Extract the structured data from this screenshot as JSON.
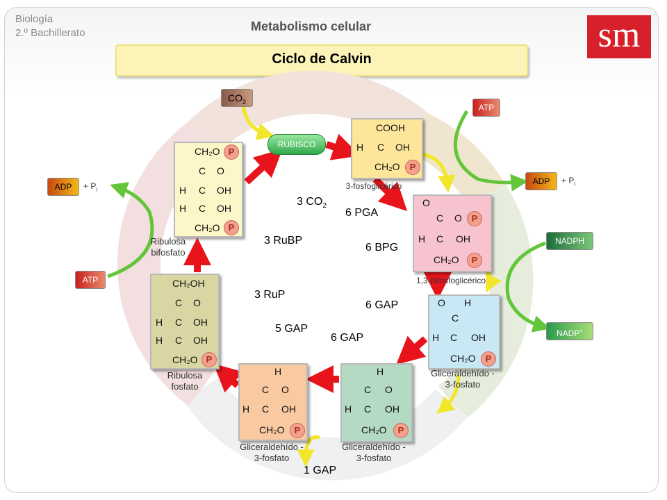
{
  "header": {
    "subject_line1": "Biología",
    "subject_line2": "2.º Bachillerato",
    "title": "Metabolismo celular",
    "logo": "sm"
  },
  "banner": {
    "title": "Ciclo de Calvin"
  },
  "inputs": {
    "co2_main": "CO",
    "co2_sub": "2",
    "rubisco": "RUBISCO",
    "atp_top": "ATP",
    "adp_right": "ADP",
    "pi_right": "+ P",
    "pi_right_sub": "i",
    "nadph": "NADPH",
    "nadp": "NADP",
    "nadp_sup": "+",
    "adp_left": "ADP",
    "pi_left": "+ P",
    "pi_left_sub": "i",
    "atp_left": "ATP"
  },
  "cycle_labels": {
    "co2": "3 CO",
    "co2_sub": "2",
    "pga": "6 PGA",
    "rubp": "3 RuBP",
    "bpg": "6 BPG",
    "rup": "3 RuP",
    "gap6a": "6 GAP",
    "gap5": "5 GAP",
    "gap6b": "6 GAP",
    "gap1": "1 GAP"
  },
  "molecule_names": {
    "fosfoglicerico": "3-fosfoglicérico",
    "bifosfoglicerico": "1,3-bifosfoglicérico",
    "gap_right_1": "Gliceraldehído -",
    "gap_right_2": "3-fosfato",
    "gap_mid_1": "Gliceraldehído -",
    "gap_mid_2": "3-fosfato",
    "gap_left_1": "Gliceraldehído -",
    "gap_left_2": "3-fosfato",
    "rup_1": "Ribulosa",
    "rup_2": "fosfato",
    "rubp_1": "Ribulosa",
    "rubp_2": "bifosfato"
  },
  "atoms": {
    "COOH": "COOH",
    "H": "H",
    "C": "C",
    "OH": "OH",
    "O": "O",
    "CH2O": "CH₂O",
    "CH2OH": "CH₂OH",
    "P": "P"
  },
  "colors": {
    "arrow_red": "#e8141b",
    "arrow_yellow": "#f2e62a",
    "arrow_green": "#63c63a",
    "mol_yellow": "#fde59a",
    "mol_pink": "#f6c3cf",
    "mol_blue": "#c8e8f6",
    "mol_green": "#b4dac3",
    "mol_orange": "#f9c9a2",
    "mol_olive": "#d9d6a3",
    "mol_cream": "#fdf6c8"
  }
}
